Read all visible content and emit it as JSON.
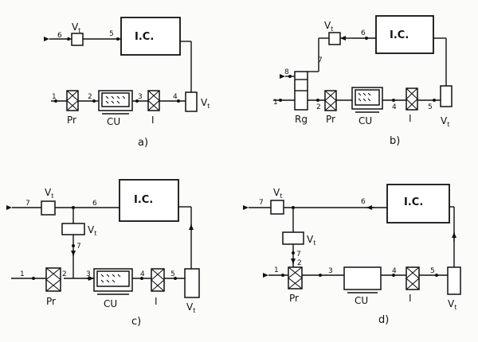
{
  "labels": {
    "vt": "V",
    "vt_sub": "t",
    "pr": "Pr",
    "cu": "CU",
    "i": "I",
    "rg": "Rg",
    "ic": "I.C."
  },
  "panels": {
    "a": {
      "caption": "a)",
      "nums": [
        "1",
        "2",
        "3",
        "4",
        "5",
        "6"
      ]
    },
    "b": {
      "caption": "b)",
      "nums": [
        "1",
        "2",
        "4",
        "5",
        "6",
        "7",
        "8"
      ]
    },
    "c": {
      "caption": "c)",
      "nums": [
        "1",
        "2",
        "3",
        "4",
        "5",
        "6",
        "7",
        "7"
      ]
    },
    "d": {
      "caption": "d)",
      "nums": [
        "1",
        "2",
        "3",
        "4",
        "5",
        "6",
        "7",
        "7"
      ]
    }
  }
}
